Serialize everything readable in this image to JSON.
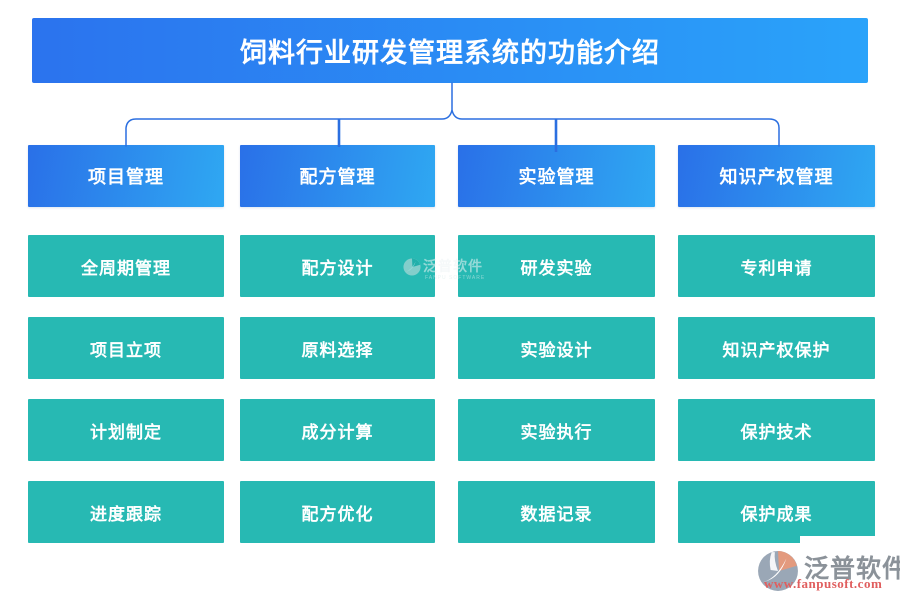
{
  "title": "饲料行业研发管理系统的功能介绍",
  "columns": [
    {
      "header": "项目管理",
      "items": [
        "全周期管理",
        "项目立项",
        "计划制定",
        "进度跟踪"
      ]
    },
    {
      "header": "配方管理",
      "items": [
        "配方设计",
        "原料选择",
        "成分计算",
        "配方优化"
      ]
    },
    {
      "header": "实验管理",
      "items": [
        "研发实验",
        "实验设计",
        "实验执行",
        "数据记录"
      ]
    },
    {
      "header": "知识产权管理",
      "items": [
        "专利申请",
        "知识产权保护",
        "保护技术",
        "保护成果"
      ]
    }
  ],
  "center_watermark": {
    "brand": "泛普软件",
    "subtext": "FANPU SOFTWARE"
  },
  "footer_logo": {
    "brand": "泛普软件",
    "url": "www.fanpusoft.com"
  },
  "colors": {
    "title_gradient_left": "#2b73ee",
    "title_gradient_right": "#2aa3fa",
    "header_gradient_left": "#2a70e8",
    "header_gradient_right": "#2fa8f2",
    "item_teal": "#27b9b3",
    "connector_blue": "#2b6fe0",
    "logo_gray": "#8b9299",
    "logo_url_red": "#e05e5e"
  }
}
